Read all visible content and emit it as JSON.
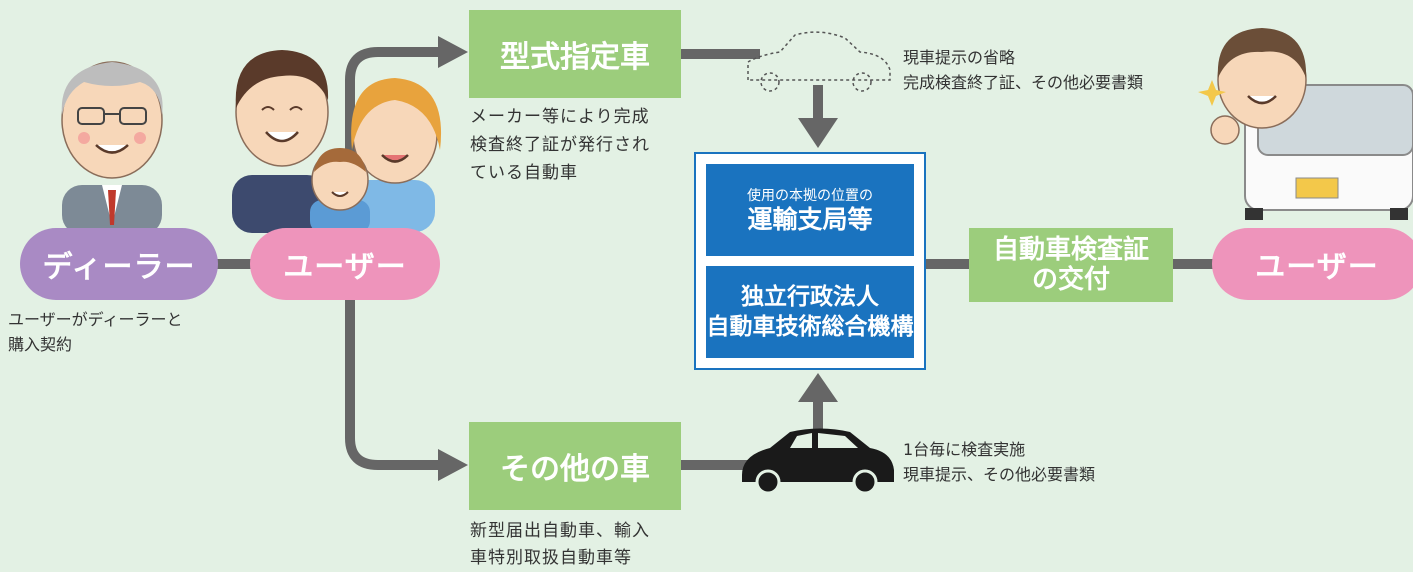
{
  "nodes": {
    "dealer": "ディーラー",
    "user_left": "ユーザー",
    "user_right": "ユーザー",
    "type_designated": "型式指定車",
    "other_vehicle": "その他の車",
    "issue_line1": "自動車検査証",
    "issue_line2": "の交付",
    "office_small": "使用の本拠の位置の",
    "office_big": "運輸支局等",
    "agency_line1": "独立行政法人",
    "agency_line2": "自動車技術総合機構"
  },
  "notes": {
    "dealer_line1": "ユーザーがディーラーと",
    "dealer_line2": "購入契約",
    "maker_line1": "メーカー等により完成",
    "maker_line2": "検査終了証が発行され",
    "maker_line3": "ている自動車",
    "new_line1": "新型届出自動車、輸入",
    "new_line2": "車特別取扱自動車等",
    "type_right_line1": "現車提示の省略",
    "type_right_line2": "完成検査終了証、その他必要書類",
    "other_right_line1": "1台毎に検査実施",
    "other_right_line2": "現車提示、その他必要書類"
  },
  "colors": {
    "background": "#e3f1e4",
    "connector": "#666666",
    "green_box": "#9ccd7c",
    "pink_pill": "#ee94bb",
    "purple_pill": "#a98ac4",
    "blue_box": "#1a73bf"
  }
}
